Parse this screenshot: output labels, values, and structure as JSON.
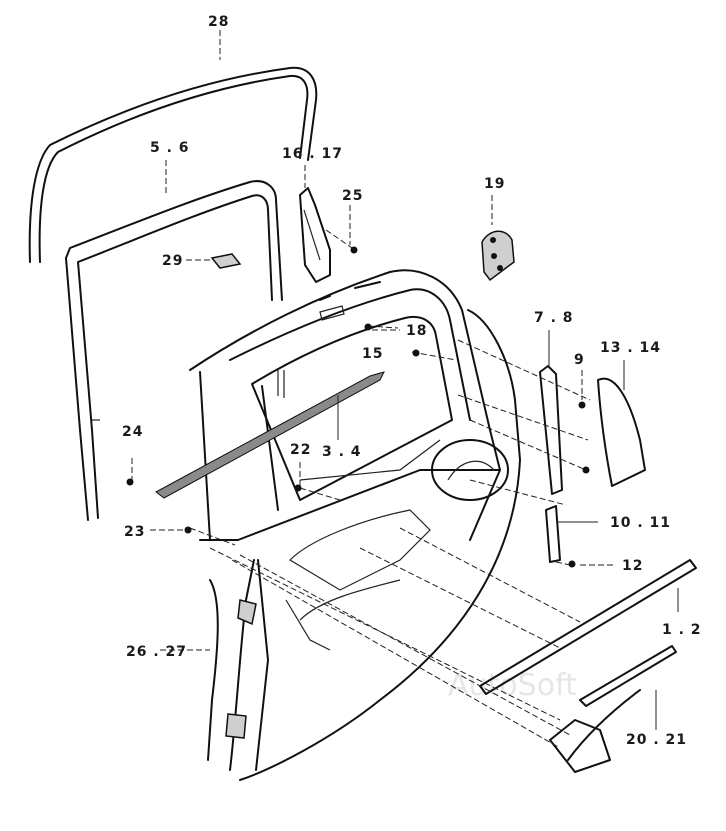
{
  "watermark": "AutoSoft",
  "callouts": {
    "c28": "28",
    "c5_6": "5 . 6",
    "c16_17": "16 . 17",
    "c25": "25",
    "c19": "19",
    "c29": "29",
    "c18": "18",
    "c15": "15",
    "c7_8": "7 . 8",
    "c9": "9",
    "c13_14": "13 . 14",
    "c24": "24",
    "c22": "22",
    "c3_4": "3 . 4",
    "c10_11": "10 . 11",
    "c23": "23",
    "c12": "12",
    "c26_27": "26 . 27",
    "c1_2": "1 . 2",
    "c20_21": "20 . 21"
  }
}
